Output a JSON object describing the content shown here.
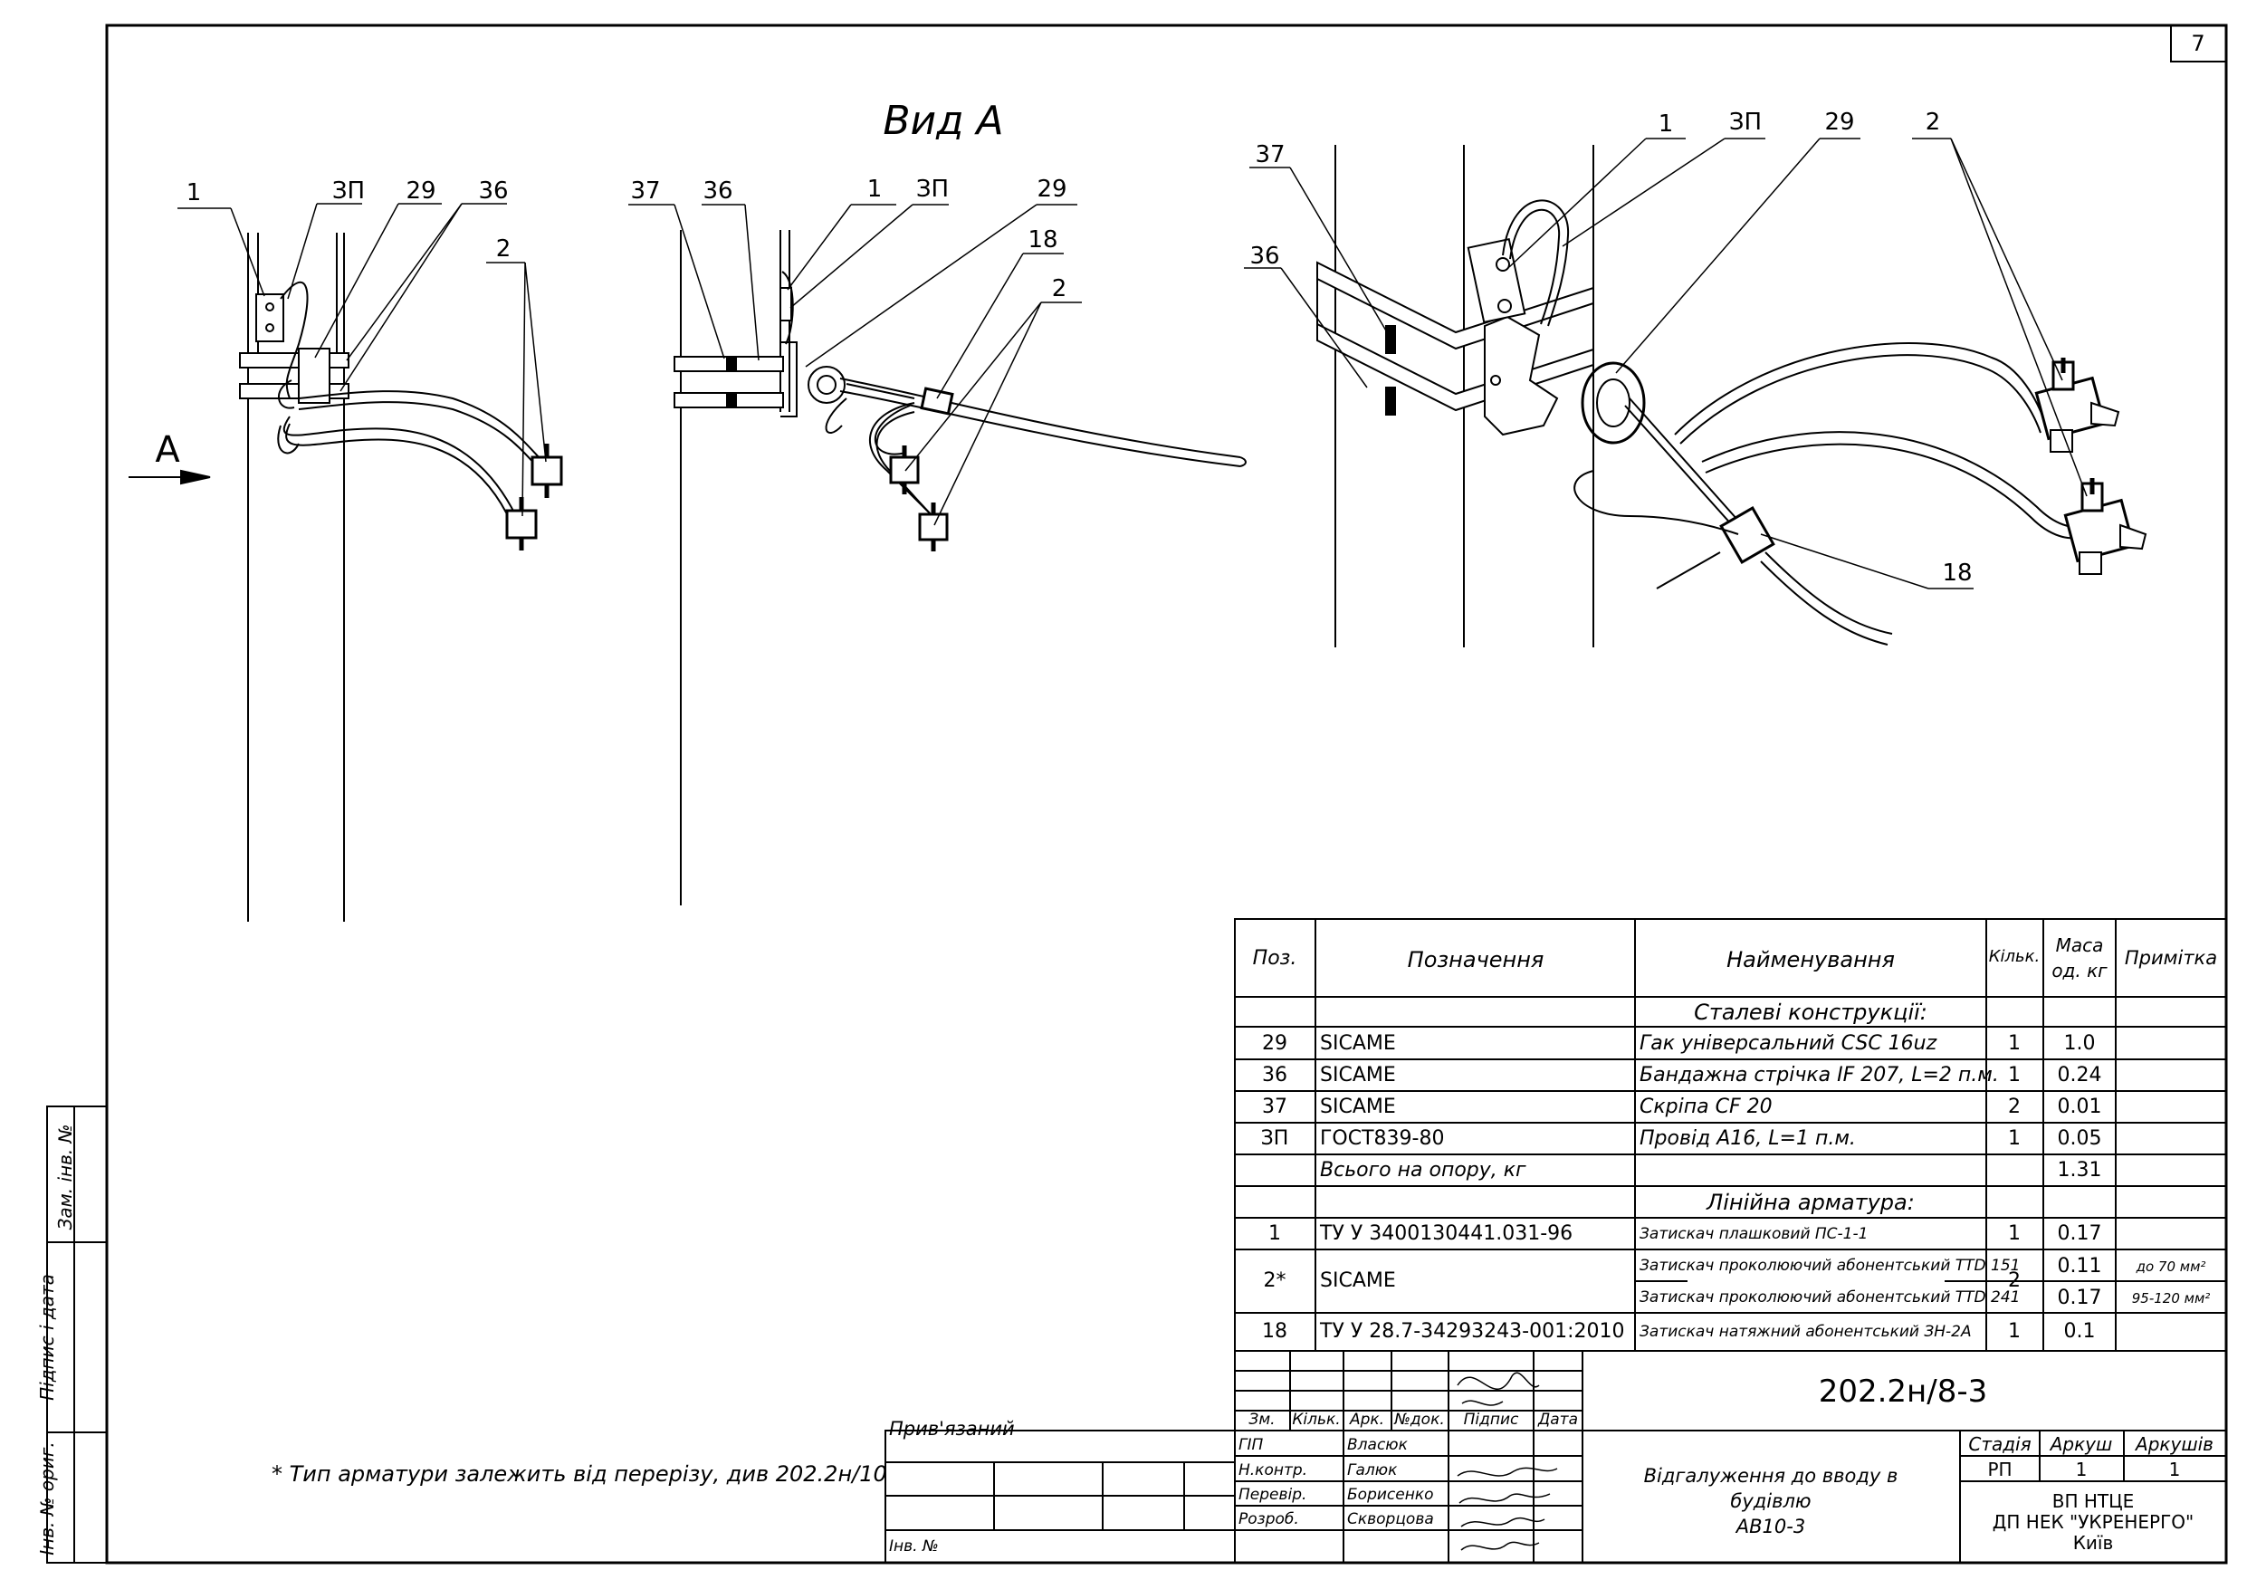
{
  "sheet_number": "7",
  "view_title": "Вид А",
  "view_arrow_label": "А",
  "callouts": {
    "left": [
      "1",
      "ЗП",
      "29",
      "36",
      "2"
    ],
    "middle": [
      "37",
      "36",
      "1",
      "ЗП",
      "29",
      "18",
      "2"
    ],
    "right": [
      "37",
      "36",
      "1",
      "ЗП",
      "29",
      "2",
      "18"
    ]
  },
  "note": "* Тип арматури залежить від перерізу, див 202.2н/10",
  "spec_table": {
    "headers": {
      "pos": "Поз.",
      "designation": "Позначення",
      "name": "Найменування",
      "qty": "Кільк.",
      "mass_line1": "Маса",
      "mass_line2": "од. кг",
      "note": "Примітка"
    },
    "section_steel": "Сталеві конструкції:",
    "section_line": "Лінійна арматура:",
    "rows": [
      {
        "pos": "29",
        "designation": "SICAME",
        "name": "Гак універсальний CSC 16uz",
        "qty": "1",
        "mass": "1.0",
        "note": ""
      },
      {
        "pos": "36",
        "designation": "SICAME",
        "name": "Бандажна стрічка IF 207, L=2 п.м.",
        "qty": "1",
        "mass": "0.24",
        "note": ""
      },
      {
        "pos": "37",
        "designation": "SICAME",
        "name": "Скріпа CF 20",
        "qty": "2",
        "mass": "0.01",
        "note": ""
      },
      {
        "pos": "ЗП",
        "designation": "ГОСТ839-80",
        "name": "Провід А16, L=1 п.м.",
        "qty": "1",
        "mass": "0.05",
        "note": ""
      },
      {
        "pos": "",
        "designation": "Всього на опору, кг",
        "name": "",
        "qty": "",
        "mass": "1.31",
        "note": ""
      },
      {
        "pos": "1",
        "designation": "ТУ У 3400130441.031-96",
        "name": "Затискач плашковий ПС-1-1",
        "qty": "1",
        "mass": "0.17",
        "note": ""
      },
      {
        "pos": "2*",
        "designation": "SICAME",
        "name": "Затискач проколюючий абонентський TTD 151",
        "qty": "2",
        "mass": "0.11",
        "note": "до 70 мм²"
      },
      {
        "pos": "",
        "designation": "",
        "name": "Затискач проколюючий абонентський TTD 241",
        "qty": "",
        "mass": "0.17",
        "note": "95-120 мм²"
      },
      {
        "pos": "18",
        "designation": "ТУ У 28.7-34293243-001:2010",
        "name": "Затискач натяжний абонентський ЗН-2А",
        "qty": "1",
        "mass": "0.1",
        "note": ""
      }
    ]
  },
  "title_block": {
    "doc_code": "202.2н/8-3",
    "header_cols": [
      "Зм.",
      "Кільк.",
      "Арк.",
      "№док.",
      "Підпис",
      "Дата"
    ],
    "roles": [
      {
        "role": "ГІП",
        "name": "Власюк"
      },
      {
        "role": "Н.контр.",
        "name": "Галюк"
      },
      {
        "role": "Перевір.",
        "name": "Борисенко"
      },
      {
        "role": "Розроб.",
        "name": "Скворцова"
      }
    ],
    "title_lines": [
      "Відгалуження до вводу в",
      "будівлю",
      "АВ10-3"
    ],
    "stage_label": "Стадія",
    "stage_value": "РП",
    "sheet_label": "Аркуш",
    "sheet_value": "1",
    "sheets_label": "Аркушів",
    "sheets_value": "1",
    "org_lines": [
      "ВП НТЦЕ",
      "ДП НЕК \"УКРЕНЕРГО\"",
      "Київ"
    ],
    "linked_label": "Прив'язаний",
    "inv_label": "Інв. №"
  },
  "side_stamp": [
    "Зам. інв. №",
    "Підпис і дата",
    "Інв. № ориг."
  ]
}
